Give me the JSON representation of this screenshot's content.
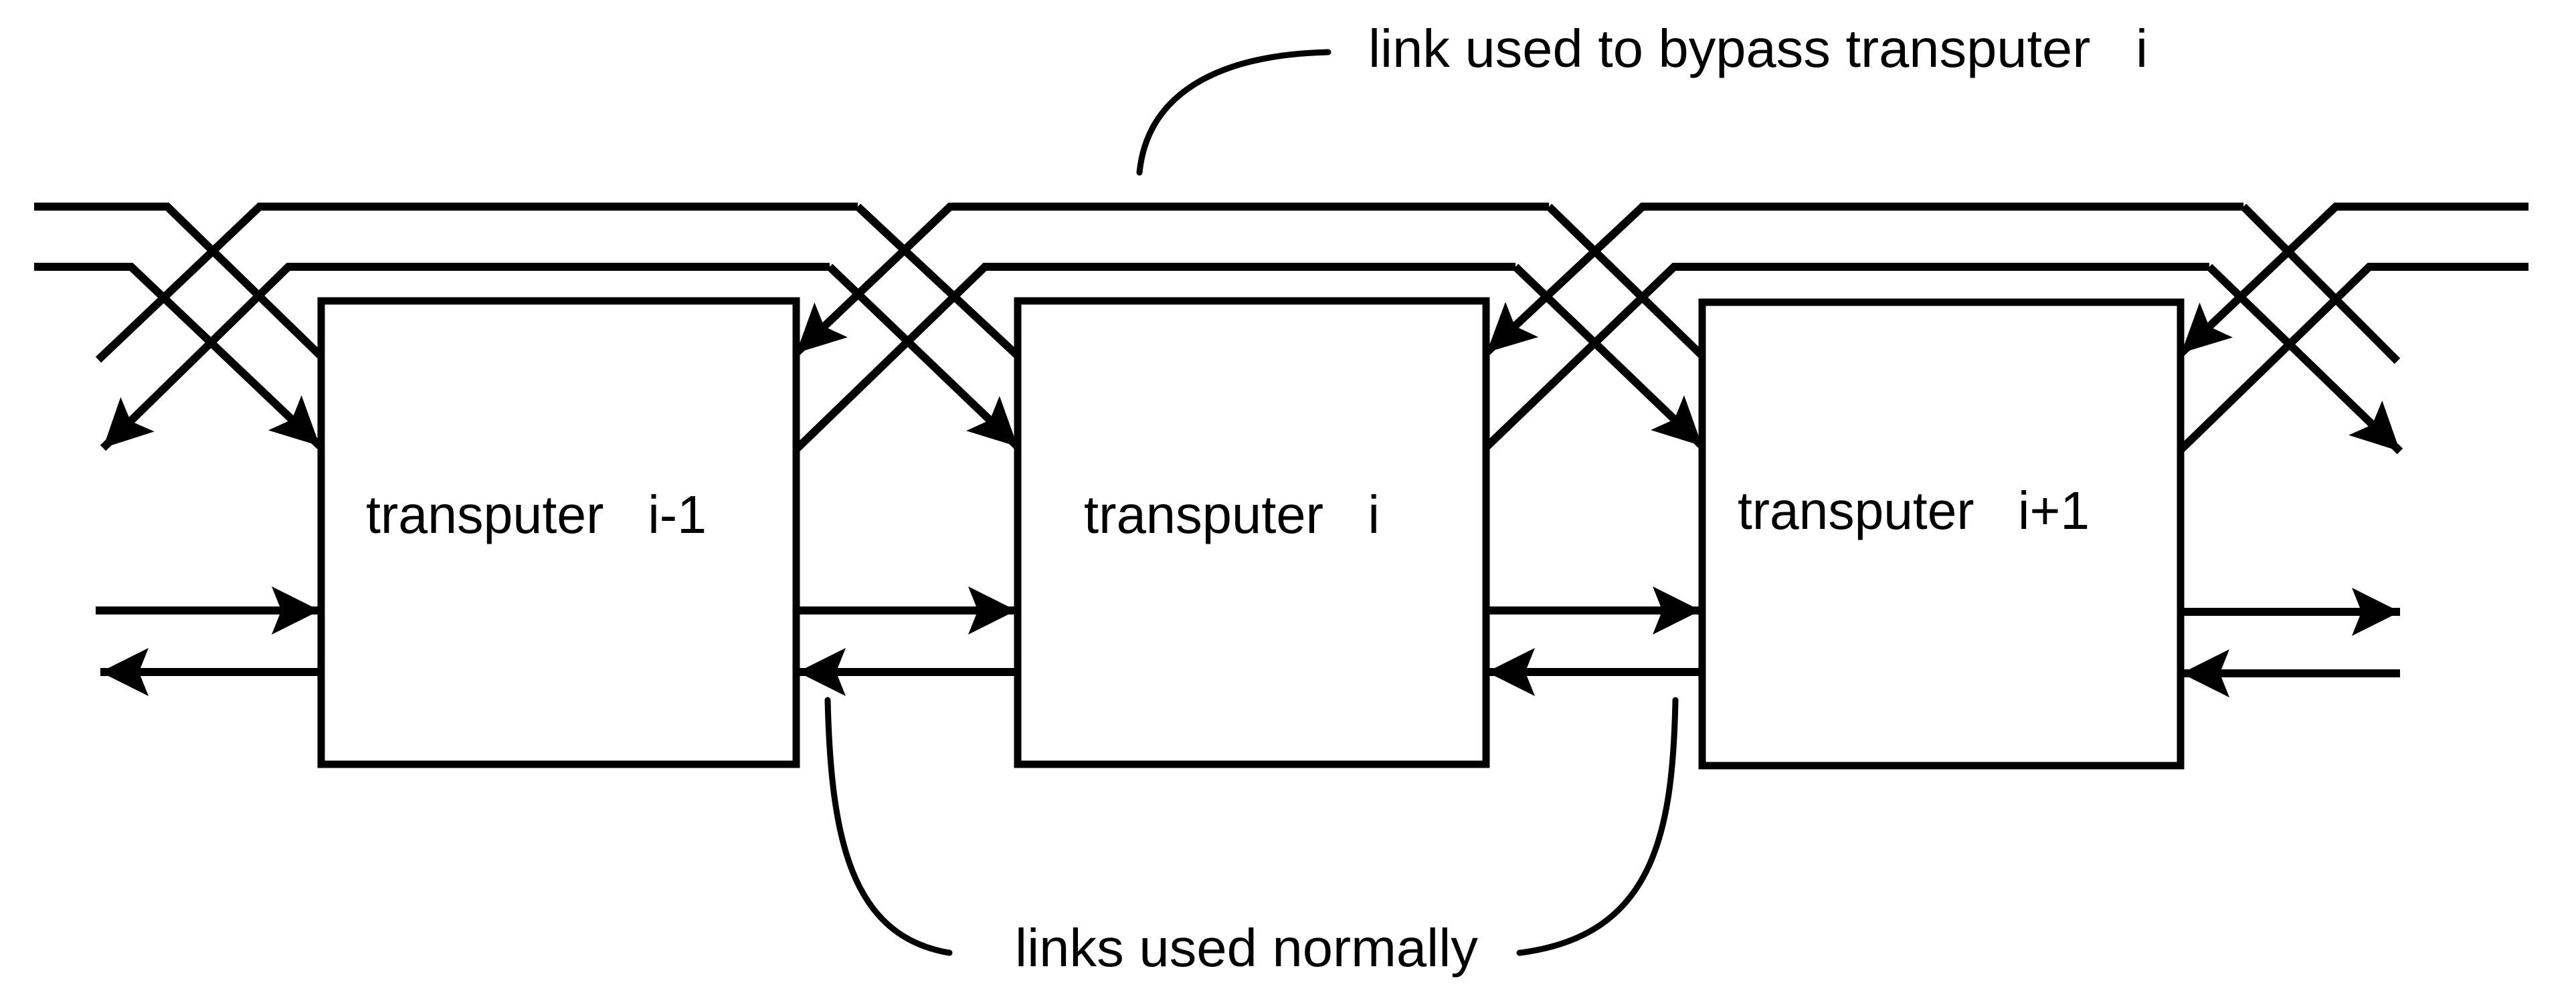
{
  "diagram": {
    "type": "transputer link bypass diagram",
    "transputers": [
      {
        "label": "transputer   i-1"
      },
      {
        "label": "transputer   i"
      },
      {
        "label": "transputer   i+1"
      }
    ],
    "annotations": {
      "bypass": "link used to bypass transputer   i",
      "normal": "links used normally"
    },
    "colors": {
      "line": "#000000",
      "background": "#ffffff"
    }
  }
}
